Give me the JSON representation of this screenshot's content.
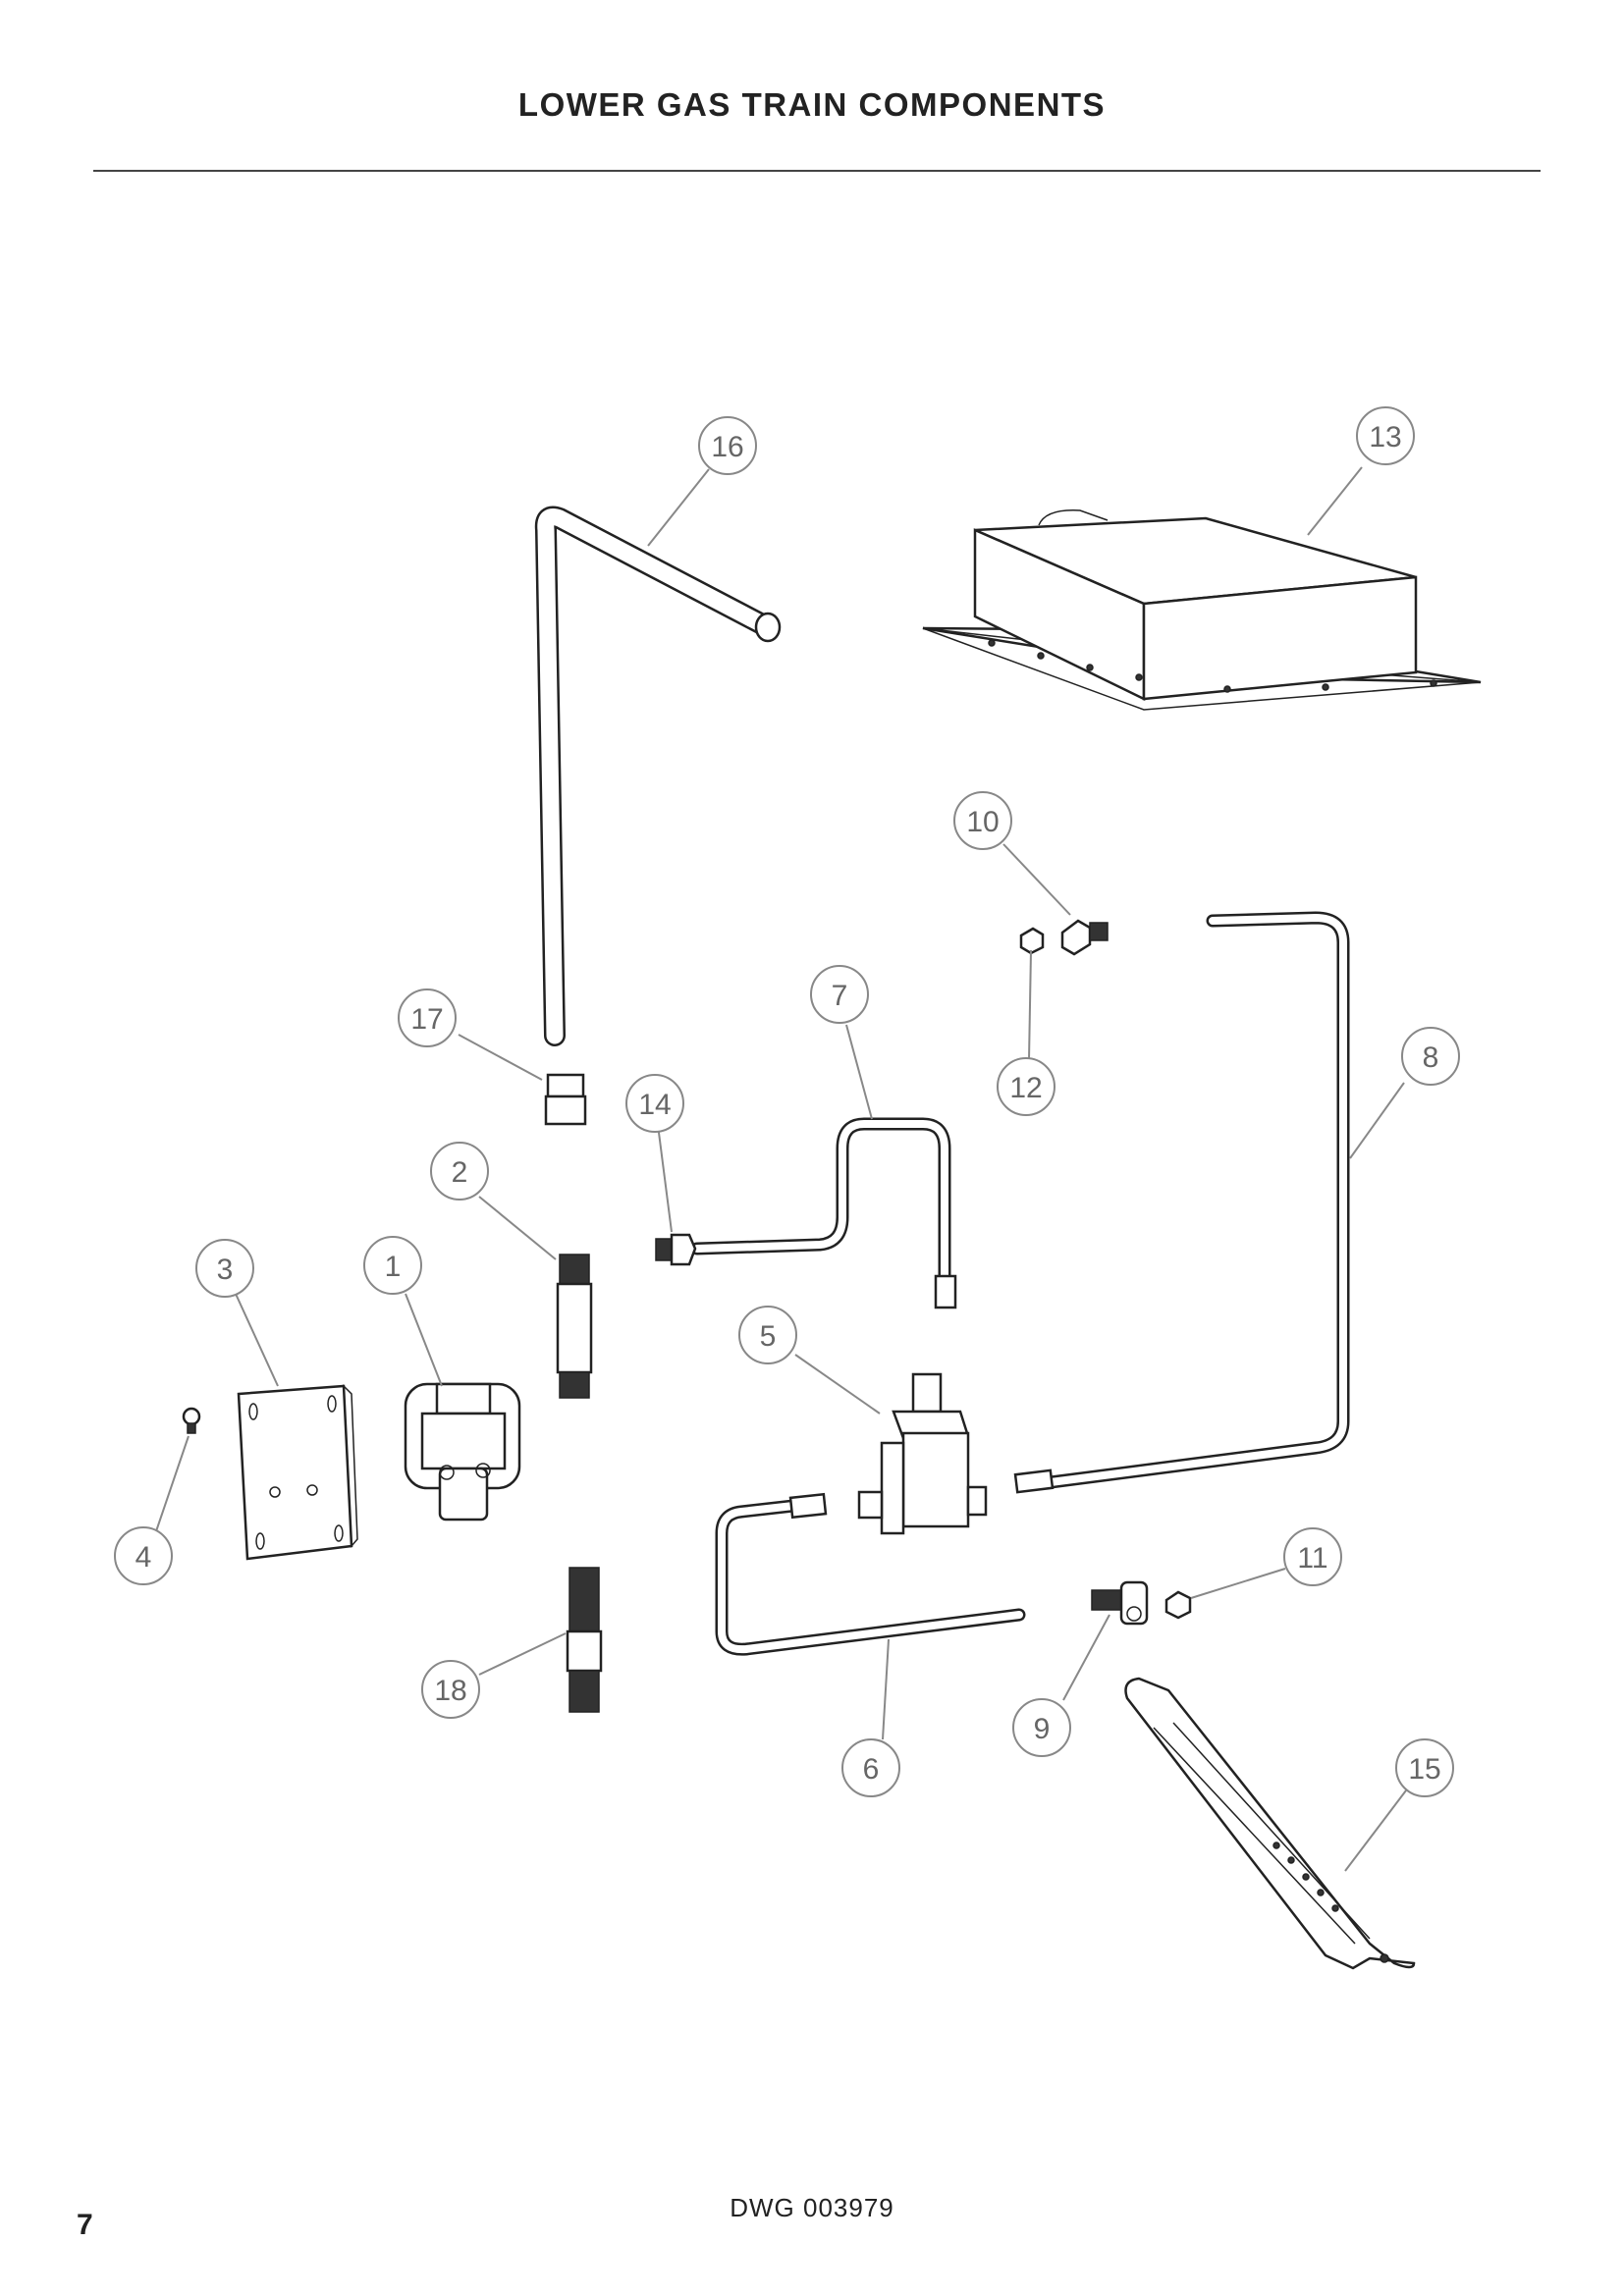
{
  "page": {
    "title": "LOWER GAS TRAIN COMPONENTS",
    "drawing_number": "DWG 003979",
    "page_number": "7"
  },
  "callouts": [
    {
      "id": "16",
      "label": "16"
    },
    {
      "id": "13",
      "label": "13"
    },
    {
      "id": "10",
      "label": "10"
    },
    {
      "id": "7",
      "label": "7"
    },
    {
      "id": "17",
      "label": "17"
    },
    {
      "id": "8",
      "label": "8"
    },
    {
      "id": "12",
      "label": "12"
    },
    {
      "id": "14",
      "label": "14"
    },
    {
      "id": "2",
      "label": "2"
    },
    {
      "id": "3",
      "label": "3"
    },
    {
      "id": "1",
      "label": "1"
    },
    {
      "id": "5",
      "label": "5"
    },
    {
      "id": "4",
      "label": "4"
    },
    {
      "id": "11",
      "label": "11"
    },
    {
      "id": "18",
      "label": "18"
    },
    {
      "id": "9",
      "label": "9"
    },
    {
      "id": "6",
      "label": "6"
    },
    {
      "id": "15",
      "label": "15"
    }
  ]
}
